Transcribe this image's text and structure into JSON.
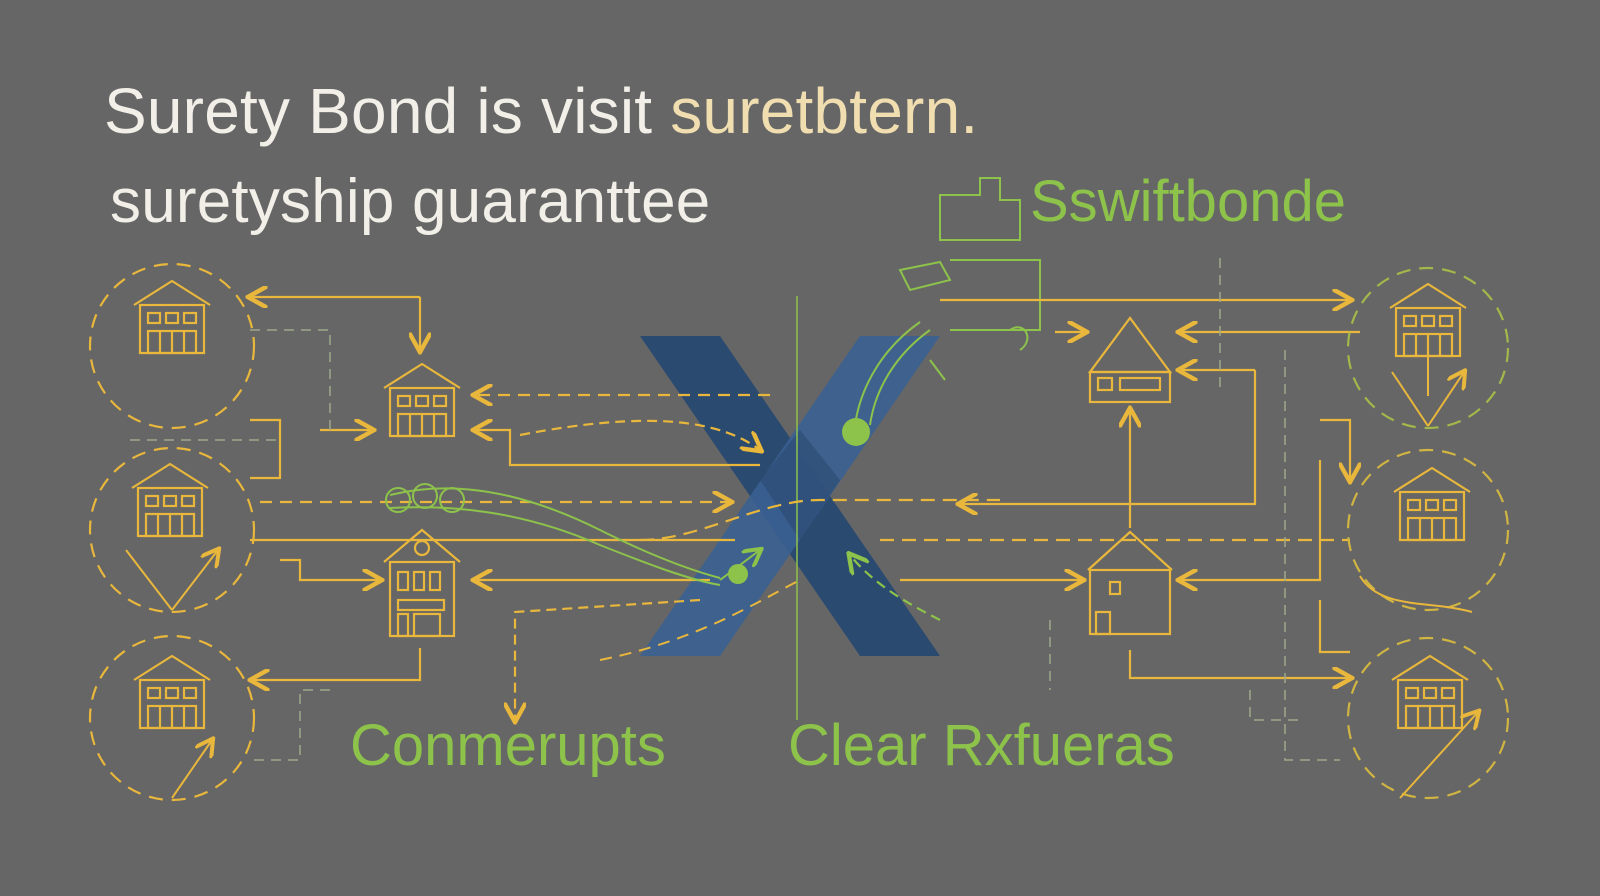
{
  "colors": {
    "background": "#666666",
    "title_text": "#f1efe8",
    "title_accent": "#f1deb0",
    "green_label": "#8dc24b",
    "line_yellow": "#e8b73c",
    "line_green": "#8dc24b",
    "x_dark_blue": "#2b4a70",
    "x_light_blue": "#3a6192"
  },
  "heading": {
    "line1_prefix": "Surety Bond is visit ",
    "line1_accent": "suretbtern.",
    "line2": "suretyship guaranttee"
  },
  "labels": {
    "top_right": "Sswiftbonde",
    "bottom_left": "Conmerupts",
    "bottom_right": "Clear Rxfueras"
  },
  "center_symbol": "X",
  "nodes": {
    "left_circles": [
      "house-circle-top-left",
      "house-circle-mid-left",
      "house-circle-bottom-left"
    ],
    "left_houses": [
      "house-upper-left",
      "house-lower-left"
    ],
    "right_houses": [
      "house-upper-right",
      "house-lower-right"
    ],
    "right_circles": [
      "house-circle-top-right",
      "house-circle-mid-right",
      "house-circle-bottom-right"
    ]
  }
}
